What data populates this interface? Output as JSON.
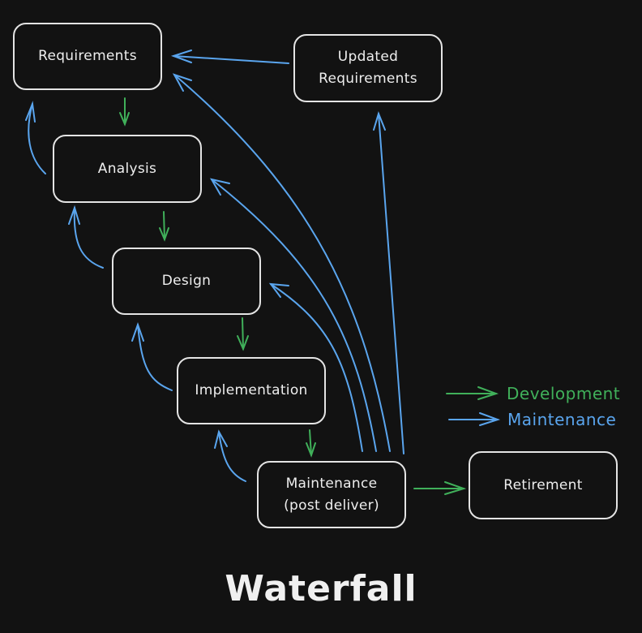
{
  "title": "Waterfall",
  "colors": {
    "development": "#40b05a",
    "maintenance": "#5aa5ee",
    "box_border": "#e4e4e4",
    "background": "#121212"
  },
  "nodes": {
    "requirements": "Requirements",
    "updated_requirements_line1": "Updated",
    "updated_requirements_line2": "Requirements",
    "analysis": "Analysis",
    "design": "Design",
    "implementation": "Implementation",
    "maintenance_line1": "Maintenance",
    "maintenance_line2": "(post deliver)",
    "retirement": "Retirement"
  },
  "legend": {
    "development": "Development",
    "maintenance": "Maintenance"
  },
  "edges": {
    "development": [
      [
        "Requirements",
        "Analysis"
      ],
      [
        "Analysis",
        "Design"
      ],
      [
        "Design",
        "Implementation"
      ],
      [
        "Implementation",
        "Maintenance (post deliver)"
      ],
      [
        "Maintenance (post deliver)",
        "Retirement"
      ]
    ],
    "maintenance": [
      [
        "Analysis",
        "Requirements"
      ],
      [
        "Design",
        "Analysis"
      ],
      [
        "Implementation",
        "Design"
      ],
      [
        "Maintenance (post deliver)",
        "Implementation"
      ],
      [
        "Maintenance (post deliver)",
        "Design"
      ],
      [
        "Maintenance (post deliver)",
        "Analysis"
      ],
      [
        "Maintenance (post deliver)",
        "Requirements"
      ],
      [
        "Maintenance (post deliver)",
        "Updated Requirements"
      ],
      [
        "Updated Requirements",
        "Requirements"
      ]
    ]
  }
}
